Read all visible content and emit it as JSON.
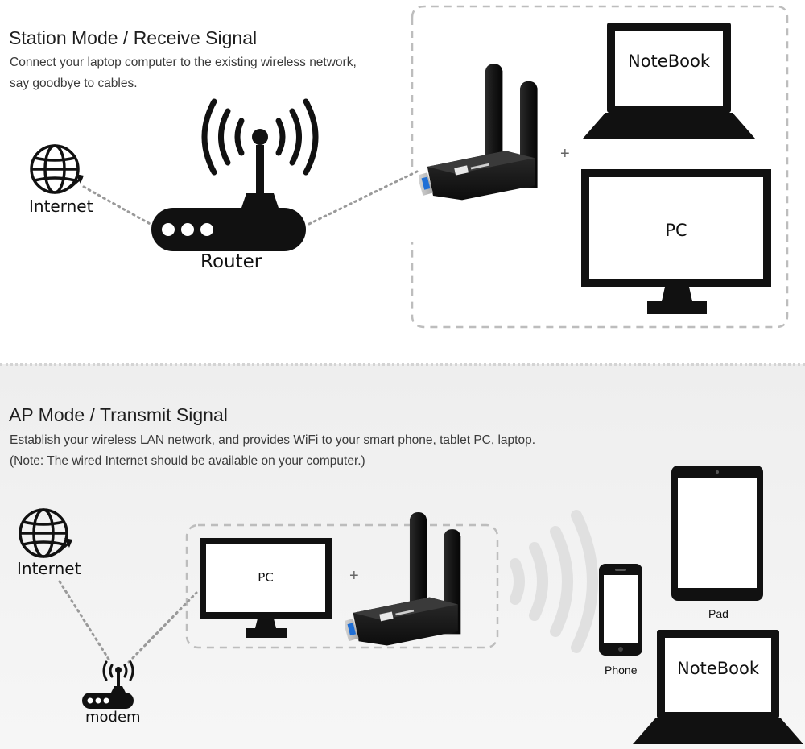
{
  "station": {
    "title": "Station Mode / Receive Signal",
    "desc_line1": "Connect your laptop computer to the existing wireless network,",
    "desc_line2": "say goodbye to cables.",
    "internet_label": "Internet",
    "router_label": "Router",
    "plus": "+",
    "notebook_label": "NoteBook",
    "pc_label": "PC"
  },
  "ap": {
    "title": "AP Mode / Transmit Signal",
    "desc_line1": "Establish your wireless LAN network, and provides WiFi to your smart phone, tablet PC, laptop.",
    "desc_line2": "(Note: The wired Internet should be available on your computer.)",
    "internet_label": "Internet",
    "modem_label": "modem",
    "pc_label": "PC",
    "plus": "+",
    "pad_label": "Pad",
    "phone_label": "Phone",
    "notebook_label": "NoteBook"
  },
  "colors": {
    "device": "#111111",
    "usb_blue": "#1f6fd6",
    "dashed_border": "#bdbdbd",
    "wave": "#e3e3e3"
  },
  "icons": [
    "globe-icon",
    "router-icon",
    "wifi-signal-icon",
    "usb-adapter-icon",
    "laptop-icon",
    "monitor-icon",
    "modem-icon",
    "tablet-icon",
    "phone-icon",
    "wifi-wave-icon"
  ]
}
